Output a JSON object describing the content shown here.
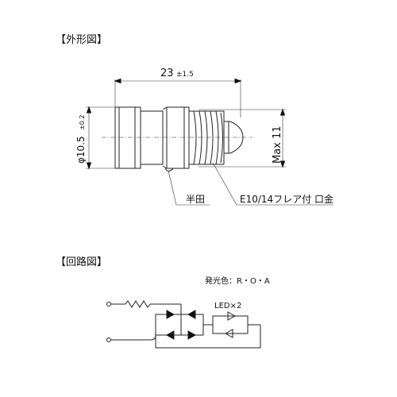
{
  "sections": {
    "outline_title": "【外形図】",
    "circuit_title": "【回路図】"
  },
  "dimensions": {
    "length_value": "23",
    "length_tol": "±1.5",
    "diameter_value": "φ10.5",
    "diameter_tol": "±0.2",
    "max_height": "Max 11"
  },
  "callouts": {
    "solder": "半田",
    "base": "E10/14フレア付 口金"
  },
  "circuit": {
    "emission_color": "発光色：R・O・A",
    "led_label": "LED×2"
  }
}
